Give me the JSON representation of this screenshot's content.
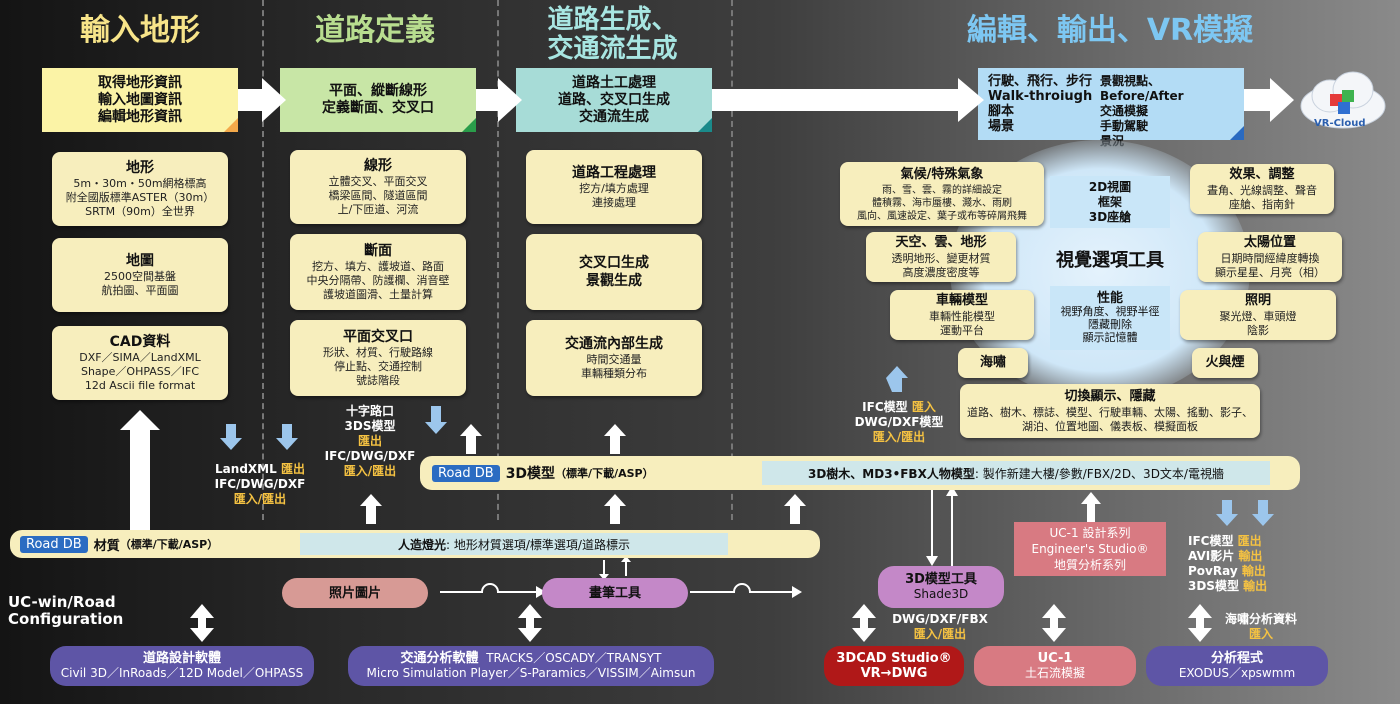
{
  "stages": [
    {
      "title": "輸入地形"
    },
    {
      "title": "道路定義"
    },
    {
      "title": "道路生成、\n交通流生成"
    },
    {
      "title": "編輯、輸出、VR模擬"
    }
  ],
  "top_boxes": {
    "terrain": "取得地形資訊\n輸入地圖資訊\n編輯地形資訊",
    "road_def": "平面、縱斷線形\n定義斷面、交叉口",
    "road_gen": "道路土工處理\n道路、交叉口生成\n交通流生成",
    "edit_col1": "行駛、飛行、步行\nWalk-throiugh\n腳本\n場景",
    "edit_col2": "景觀視點、Before/After\n交通模擬\n手動駕駛\n景況",
    "cloud_label": "VR-Cloud"
  },
  "terrain_cards": [
    {
      "title": "地形",
      "body": "5m・30m・50m網格標高\n附全國版標準ASTER（30m）\nSRTM（90m）全世界"
    },
    {
      "title": "地圖",
      "body": "2500空間基盤\n航拍圖、平面圖"
    },
    {
      "title": "CAD資料",
      "body": "DXF／SIMA／LandXML\nShape／OHPASS／IFC\n12d Ascii file format"
    }
  ],
  "road_cards": [
    {
      "title": "線形",
      "body": "立體交叉、平面交叉\n橋梁區間、隧道區間\n上/下匝道、河流"
    },
    {
      "title": "斷面",
      "body": "挖方、填方、護坡道、路面\n中央分隔帶、防護欄、消音壁\n護坡道圖滑、土量計算"
    },
    {
      "title": "平面交叉口",
      "body": "形狀、材質、行駛路線\n停止點、交通控制\n號誌階段"
    }
  ],
  "gen_cards": [
    {
      "title": "道路工程處理",
      "body": "挖方/填方處理\n連接處理"
    },
    {
      "title": "交叉口生成\n景觀生成",
      "body": ""
    },
    {
      "title": "交通流內部生成",
      "body": "時間交通量\n車輛種類分布"
    }
  ],
  "visual_tools": {
    "center_title": "視覺選項工具",
    "view_box": "2D視圖\n框架\n3D座艙",
    "performance": {
      "title": "性能",
      "body": "視野角度、視野半徑\n隱藏刪除\n顯示記憶體"
    },
    "weather": {
      "title": "氣候/特殊氣象",
      "body": "雨、雪、雲、霧的詳細設定\n體積霧、海市蜃樓、濺水、雨刷\n風向、風速設定、葉子或布等碎屑飛舞"
    },
    "sky": {
      "title": "天空、雲、地形",
      "body": "透明地形、變更材質\n高度濃度密度等"
    },
    "vehicle": {
      "title": "車輛模型",
      "body": "車輛性能模型\n運動平台"
    },
    "tsunami": "海嘯",
    "effects": {
      "title": "效果、調整",
      "body": "晝角、光線調整、聲音\n座艙、指南針"
    },
    "sun": {
      "title": "太陽位置",
      "body": "日期時間經緯度轉換\n顯示星星、月亮（相）"
    },
    "lighting": {
      "title": "照明",
      "body": "聚光燈、車頭燈\n陰影"
    },
    "fire": "火與煙",
    "toggle": {
      "title": "切換顯示、隱藏",
      "body": "道路、樹木、標誌、模型、行駛車輛、太陽、搖動、影子、\n湖泊、位置地圖、儀表板、模擬面板"
    }
  },
  "bars": {
    "model3d": {
      "tag": "Road DB",
      "title": "3D模型",
      "sub": "（標準/下載/ASP）",
      "inner_bold": "3D樹木、MD3•FBX人物模型",
      "inner_rest": ": 製作新建大樓/參數/FBX/2D、3D文本/電視牆"
    },
    "material": {
      "tag": "Road DB",
      "title": "材質",
      "sub": "（標準/下載/ASP）",
      "inner_bold": "人造燈光",
      "inner_rest": ": 地形材質選項/標準選項/道路標示"
    }
  },
  "io_labels": {
    "landxml_1": "LandXML ",
    "landxml_1_io": "匯出",
    "landxml_2": "IFC/DWG/DXF",
    "landxml_3": "匯入/匯出",
    "jct_1": "十字路口",
    "jct_2": "3DS模型",
    "jct_3": "匯出",
    "jct_4": "IFC/DWG/DXF",
    "jct_5": "匯入/匯出",
    "ifc_left_1": "IFC模型 ",
    "ifc_left_1_io": "匯入",
    "ifc_left_2": "DWG/DXF模型",
    "ifc_left_3": "匯入/匯出",
    "out_1": "IFC模型 ",
    "out_1_io": "匯出",
    "out_2": "AVI影片 ",
    "out_2_io": "輸出",
    "out_3": "PovRay ",
    "out_3_io": "輸出",
    "out_4": "3DS模型 ",
    "out_4_io": "輸出",
    "tsunami_data_1": "海嘯分析資料",
    "tsunami_data_2": "匯入",
    "dwg_1": "DWG/DXF/FBX",
    "dwg_2": "匯入/匯出"
  },
  "pills": {
    "photo": "照片圖片",
    "paint": "畫筆工具",
    "model_tool_title": "3D模型工具",
    "model_tool_sub": "Shade3D",
    "uc1_series": "UC-1 設計系列\nEngineer's Studio®\n地質分析系列",
    "road_soft_title": "道路設計軟體",
    "road_soft_sub": "Civil 3D／InRoads／12D Model／OHPASS",
    "traffic_title": "交通分析軟體",
    "traffic_title_rest": "TRACKS／OSCADY／TRANSYT",
    "traffic_sub": "Micro Simulation Player／S-Paramics／VISSIM／Aimsun",
    "cad_studio_title": "3DCAD Studio®",
    "cad_studio_sub": "VR→DWG",
    "uc1_title": "UC-1",
    "uc1_sub": "土石流模擬",
    "analysis_title": "分析程式",
    "analysis_sub": "EXODUS／xpswmm"
  },
  "config_label": "UC-win/Road\nConfiguration"
}
